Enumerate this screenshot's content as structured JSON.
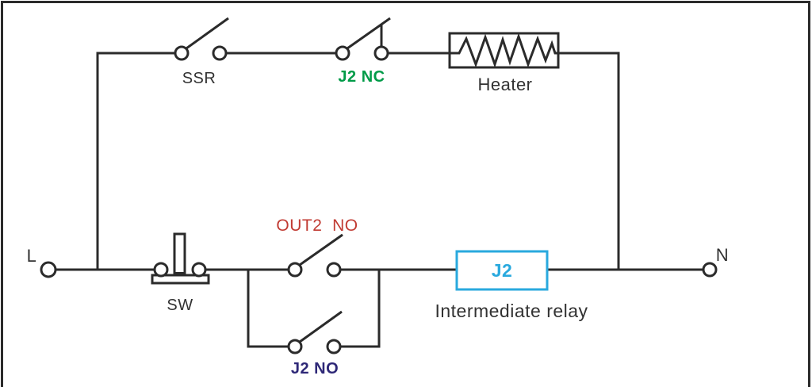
{
  "diagram": {
    "labels": {
      "ssr": "SSR",
      "j2_nc": "J2 NC",
      "heater": "Heater",
      "out2_no": "OUT2  NO",
      "sw": "SW",
      "j2_relay": "J2",
      "intermediate_relay": "Intermediate relay",
      "j2_no": "J2 NO",
      "terminal_left": "L",
      "terminal_right": "N"
    },
    "colors": {
      "wire": "#2b2b2b",
      "label": "#323232",
      "j2_nc_green": "#009b48",
      "out2_no_red": "#c13b33",
      "j2_no_navy": "#2e2877",
      "relay_cyan": "#29a9de"
    }
  }
}
